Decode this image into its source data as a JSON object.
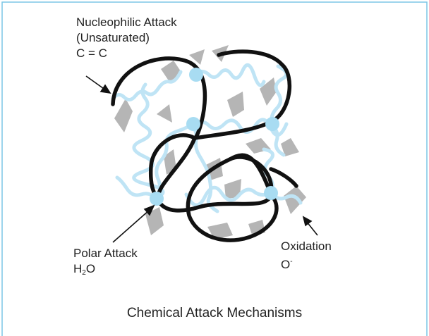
{
  "labels": {
    "nucleophilic_line1": "Nucleophilic Attack",
    "nucleophilic_line2": "(Unsaturated)",
    "nucleophilic_line3": "C = C",
    "polar_line1": "Polar Attack",
    "polar_formula_main": "H",
    "polar_formula_sub": "2",
    "polar_formula_end": "O",
    "oxidation_line1": "Oxidation",
    "oxidation_formula_main": "O",
    "oxidation_formula_sup": "-"
  },
  "caption": "Chemical Attack Mechanisms",
  "colors": {
    "border": "#7cc6e6",
    "polymer_chain": "#111111",
    "water_chain": "#bfe4f5",
    "junction_node": "#a8dcf2",
    "particle": "#b5b5b5",
    "text": "#222222"
  }
}
